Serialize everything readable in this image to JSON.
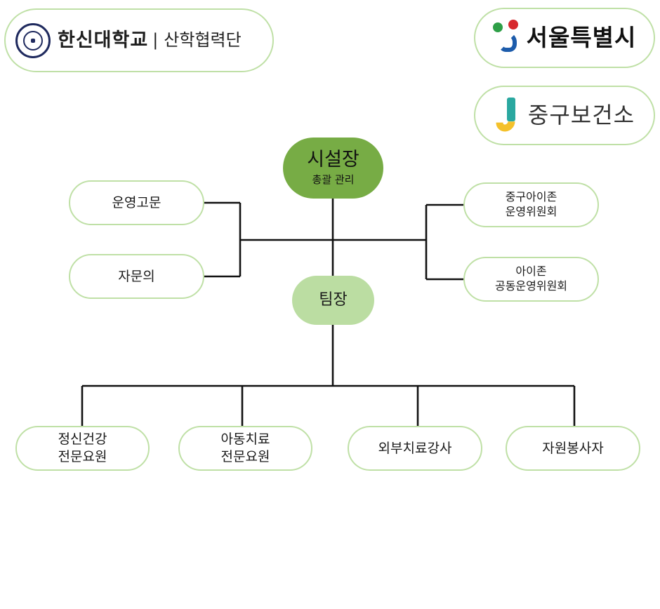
{
  "logos": {
    "hanshin": {
      "name": "한신대학교",
      "separator": "|",
      "sub": "산학협력단"
    },
    "seoul": {
      "name": "서울특별시"
    },
    "junggu": {
      "name": "중구보건소"
    }
  },
  "director": {
    "title": "시설장",
    "subtitle": "총괄 관리"
  },
  "advisors": [
    {
      "label": "운영고문"
    },
    {
      "label": "자문의"
    }
  ],
  "committees": [
    {
      "line1": "중구아이존",
      "line2": "운영위원회"
    },
    {
      "line1": "아이존",
      "line2": "공동운영위원회"
    }
  ],
  "team_leader": {
    "label": "팀장"
  },
  "staff": [
    {
      "line1": "정신건강",
      "line2": "전문요원"
    },
    {
      "line1": "아동치료",
      "line2": "전문요원"
    },
    {
      "line1": "외부치료강사",
      "line2": ""
    },
    {
      "line1": "자원봉사자",
      "line2": ""
    }
  ],
  "colors": {
    "node_border": "#bfe0a6",
    "director_fill": "#77ac45",
    "leader_fill": "#bbdda2",
    "connector": "#111111"
  }
}
